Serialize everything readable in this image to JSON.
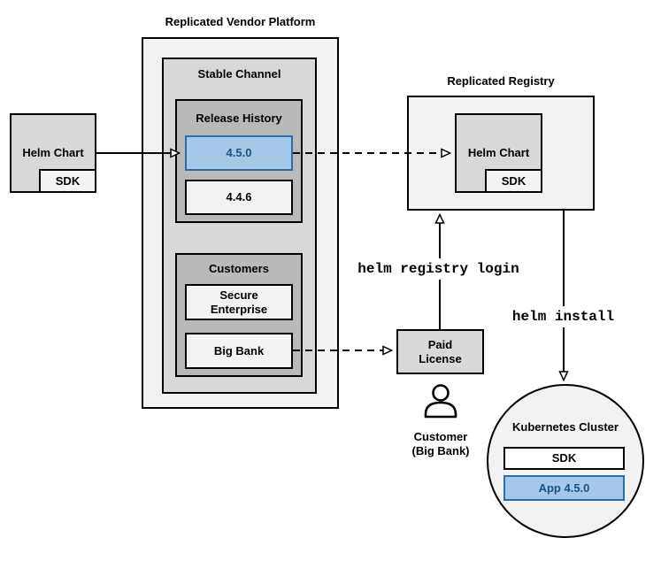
{
  "palette": {
    "container_fill": "#f2f2f2",
    "panel_fill": "#d8d8d8",
    "group_fill": "#b9b9b9",
    "item_fill": "#f3f3f3",
    "highlight_fill": "#a4c9e8",
    "highlight_border": "#2e6ca5",
    "highlight_text": "#19527f",
    "line_color": "#000000"
  },
  "vendor_platform": {
    "title": "Replicated Vendor Platform",
    "stable_channel": {
      "label": "Stable Channel",
      "release_history": {
        "label": "Release History",
        "releases": [
          {
            "version": "4.5.0",
            "highlighted": true
          },
          {
            "version": "4.4.6",
            "highlighted": false
          }
        ]
      },
      "customers": {
        "label": "Customers",
        "items": [
          {
            "name": "Secure\nEnterprise"
          },
          {
            "name": "Big Bank"
          }
        ]
      }
    }
  },
  "helm_chart_source": {
    "label": "Helm Chart",
    "sdk_label": "SDK"
  },
  "registry": {
    "title": "Replicated Registry",
    "helm_chart": {
      "label": "Helm Chart",
      "sdk_label": "SDK"
    }
  },
  "paid_license": {
    "label": "Paid\nLicense"
  },
  "customer": {
    "caption": "Customer\n(Big Bank)",
    "icon": "person-icon"
  },
  "kubernetes": {
    "title": "Kubernetes Cluster",
    "sdk_label": "SDK",
    "app_label": "App 4.5.0"
  },
  "commands": {
    "registry_login": "helm registry login",
    "install": "helm install"
  }
}
